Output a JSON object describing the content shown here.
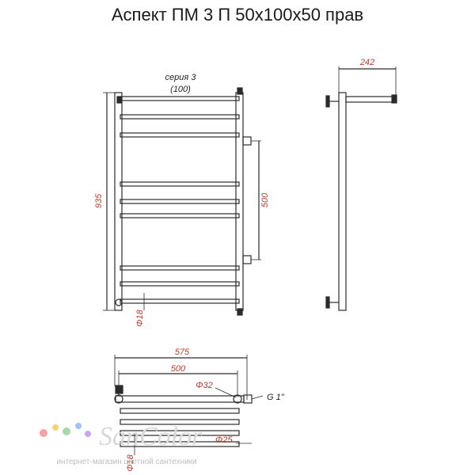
{
  "title": "Аспект ПМ 3 П 50х100х50 прав",
  "front_view": {
    "series_label": "серия 3",
    "series_value": "(100)",
    "height_dim": "935",
    "connection_dim": "500",
    "tube_dim": "Φ18"
  },
  "side_view": {
    "depth_dim": "242"
  },
  "top_view": {
    "width_dim": "575",
    "inner_dim": "500",
    "pipe_dim": "Φ32",
    "thread_label": "G 1\"",
    "small_pipe_dim": "Φ25",
    "tube_dim": "Φ18"
  },
  "watermark": {
    "logo": "SanColor",
    "tagline": "интернет-магазин цветной сантехники",
    "dot_colors": [
      "#f4a3a3",
      "#f7d27c",
      "#a8d8a8",
      "#9fc5f0",
      "#c7a8e8"
    ]
  },
  "colors": {
    "line": "#2b2b2b",
    "dimension": "#c0392b"
  }
}
